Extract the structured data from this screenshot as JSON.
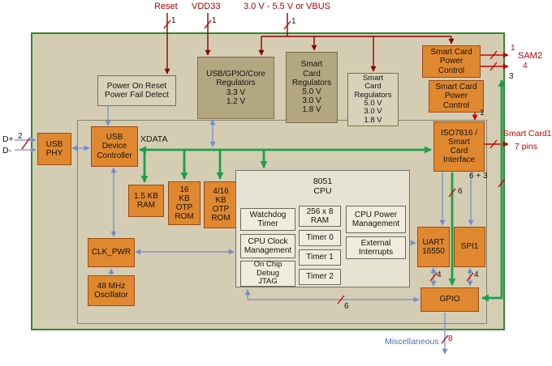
{
  "pins": {
    "reset": "Reset",
    "vdd33": "VDD33",
    "vbus": "3.0 V - 5.5 V or VBUS",
    "reset_width": "1",
    "vdd33_width": "1",
    "vbus_width": "1",
    "d_plus": "D+",
    "d_minus": "D-",
    "d_width": "2",
    "sam2": "SAM2",
    "sam2_power_width": "1",
    "sam2_bus_width": "4",
    "right_bus_width": "3",
    "smart_card1": "Smart Card1",
    "smart_card1_pins": "7 pins",
    "scpc2_out_width": "1",
    "bus_6_plus_3": "6 + 3",
    "iso_bus_width": "6",
    "uart_gpio_width": "4",
    "spi_gpio_width": "4",
    "cpu_gpio_width": "6",
    "misc": "Miscellaneous",
    "misc_width": "8",
    "xdata": "XDATA"
  },
  "blocks": {
    "por": "Power On Reset\nPower Fail Detect",
    "core_reg": "USB/GPIO/Core\nRegulators\n3.3 V\n1.2 V",
    "sc_reg1": "Smart\nCard\nRegulators\n5.0 V\n3.0 V\n1.8 V",
    "sc_reg2": "Smart\nCard\nRegulators\n5.0 V\n3.0 V\n1.8 V",
    "scpc1": "Smart Card\nPower\nControl",
    "scpc2": "Smart Card\nPower\nControl",
    "usb_phy": "USB\nPHY",
    "usb_dev": "USB\nDevice\nController",
    "iso": "ISO7816 /\nSmart\nCard\nInterface",
    "ram15": "1.5 KB\nRAM",
    "otp16": "16\nKB\nOTP\nROM",
    "otp416": "4/16\nKB\nOTP\nROM",
    "cpu": "8051\nCPU",
    "watchdog": "Watchdog\nTimer",
    "cpu_clock": "CPU Clock\nManagement",
    "jtag": "On Chip\nDebug\nJTAG",
    "ram256": "256 x 8\nRAM",
    "timer0": "Timer 0",
    "timer1": "Timer 1",
    "timer2": "Timer 2",
    "cpu_power": "CPU Power\nManagement",
    "ext_int": "External\nInterrupts",
    "clk_pwr": "CLK_PWR",
    "osc": "48 MHz\nOscillator",
    "uart": "UART\n16550",
    "spi1": "SPI1",
    "gpio": "GPIO"
  },
  "colors": {
    "chip_fill": "#d5cdb3",
    "chip_border_green": "#2e8b2e",
    "block_orange": "#e0882f",
    "block_olive": "#b3a781",
    "block_tan": "#d9d2ba",
    "wire_blue": "#7090cc",
    "wire_green": "#1aa04b",
    "wire_red": "#cc0000",
    "wire_dark_red": "#8b0000"
  }
}
